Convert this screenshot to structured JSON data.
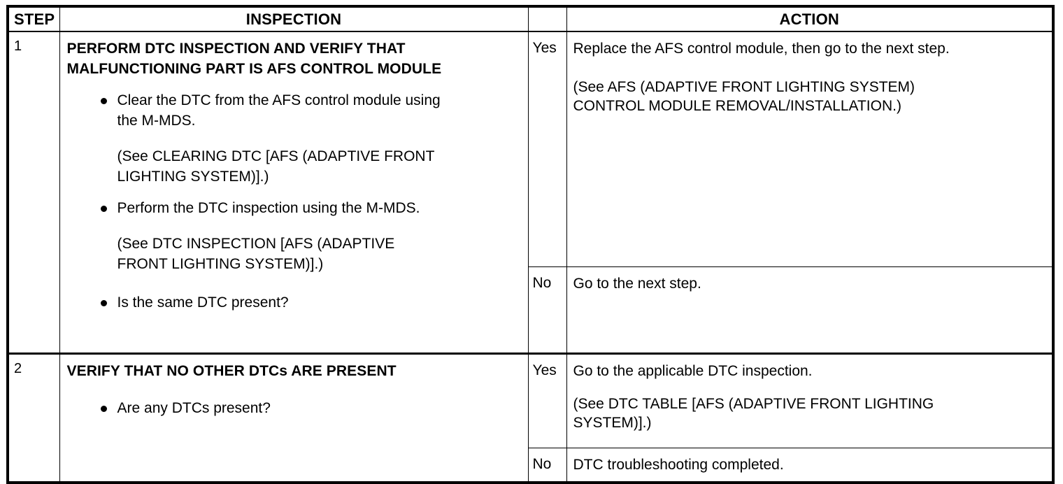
{
  "table": {
    "headers": {
      "step": "STEP",
      "inspection": "INSPECTION",
      "yesno": "",
      "action": "ACTION"
    },
    "rows": [
      {
        "step": "1",
        "inspection": {
          "title_line1": "PERFORM DTC INSPECTION AND VERIFY THAT",
          "title_line2": "MALFUNCTIONING PART IS AFS CONTROL MODULE",
          "bullets": [
            {
              "text_line1": "Clear the DTC from the AFS control module using",
              "text_line2": "the M-MDS.",
              "note_line1": "(See CLEARING DTC [AFS (ADAPTIVE FRONT",
              "note_line2": "LIGHTING SYSTEM)].)"
            },
            {
              "text_line1": "Perform the DTC inspection using the M-MDS.",
              "text_line2": "",
              "note_line1": "(See DTC INSPECTION [AFS (ADAPTIVE",
              "note_line2": "FRONT LIGHTING SYSTEM)].)"
            },
            {
              "text_line1": "Is the same DTC present?",
              "text_line2": "",
              "note_line1": "",
              "note_line2": ""
            }
          ]
        },
        "actions": [
          {
            "answer": "Yes",
            "line1": "Replace the AFS control module, then go to the next step.",
            "note_line1": "(See AFS (ADAPTIVE FRONT LIGHTING SYSTEM)",
            "note_line2": "CONTROL MODULE REMOVAL/INSTALLATION.)"
          },
          {
            "answer": "No",
            "line1": "Go to the next step.",
            "note_line1": "",
            "note_line2": ""
          }
        ]
      },
      {
        "step": "2",
        "inspection": {
          "title_line1": "VERIFY THAT NO OTHER DTCs ARE PRESENT",
          "title_line2": "",
          "bullets": [
            {
              "text_line1": "Are any DTCs present?",
              "text_line2": "",
              "note_line1": "",
              "note_line2": ""
            }
          ]
        },
        "actions": [
          {
            "answer": "Yes",
            "line1": "Go to the applicable DTC inspection.",
            "note_line1": "(See DTC TABLE [AFS (ADAPTIVE FRONT LIGHTING",
            "note_line2": "SYSTEM)].)"
          },
          {
            "answer": "No",
            "line1": "DTC troubleshooting completed.",
            "note_line1": "",
            "note_line2": ""
          }
        ]
      }
    ]
  }
}
